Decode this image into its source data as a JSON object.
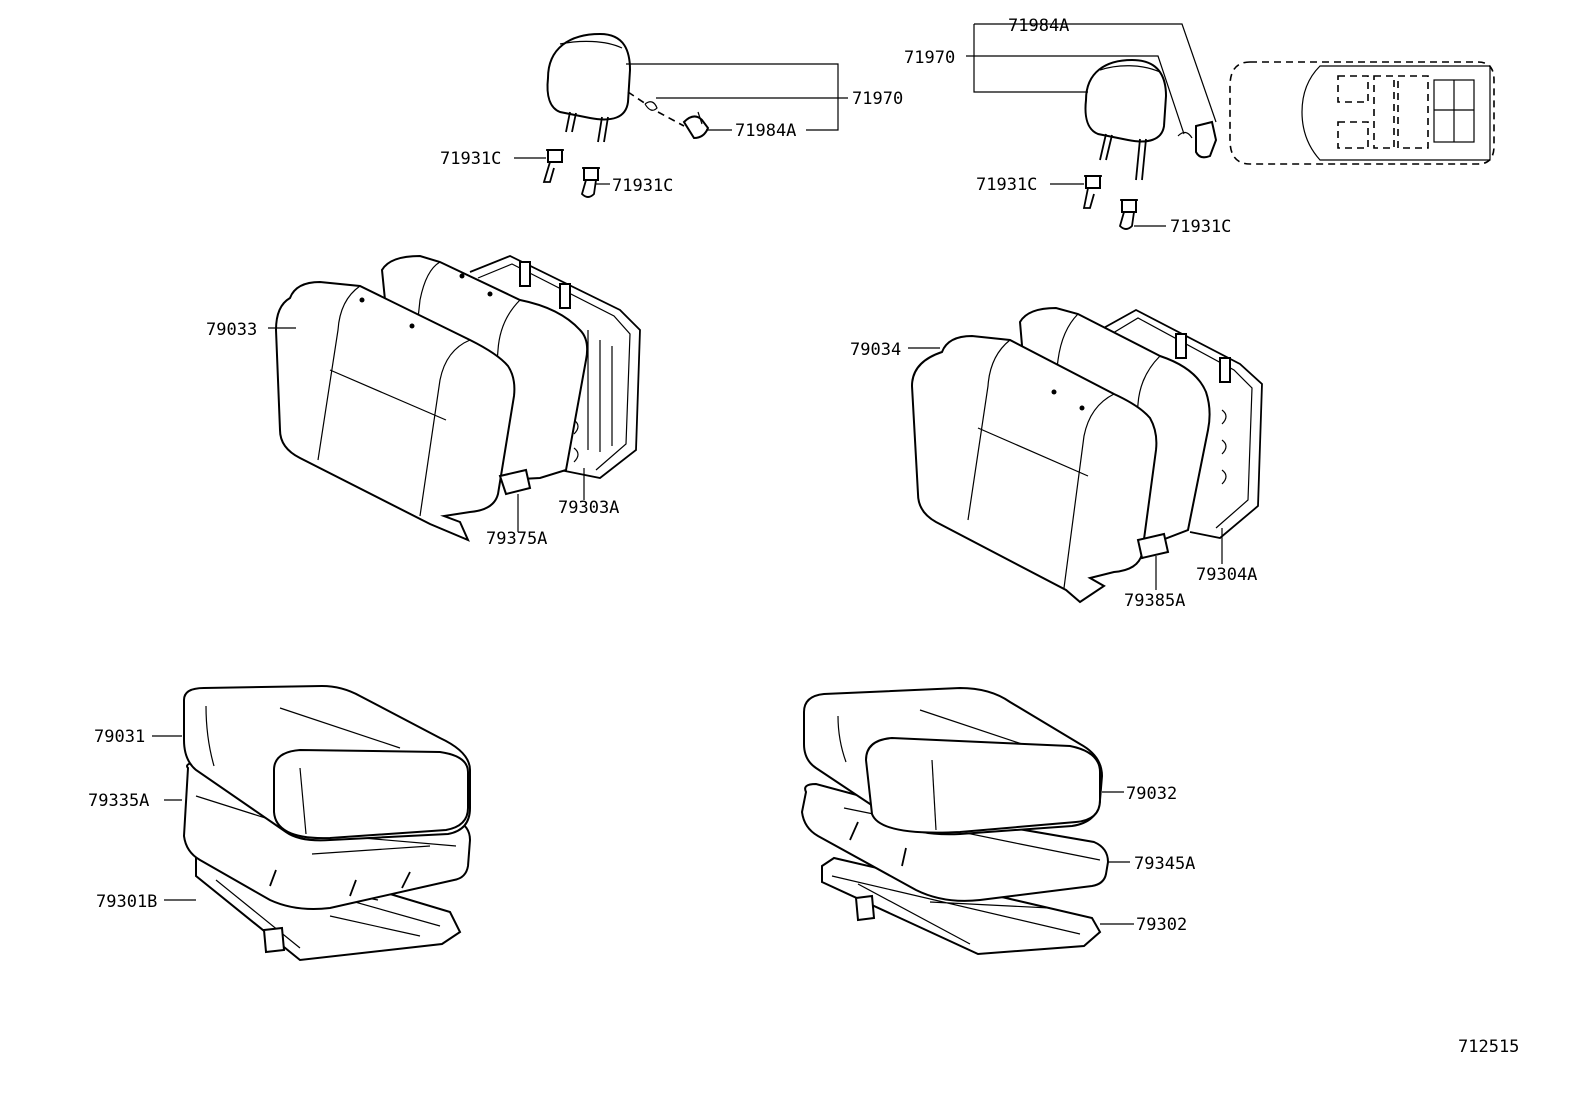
{
  "labels": {
    "hr_left_71970": "71970",
    "hr_left_71984A": "71984A",
    "hr_left_71931C_a": "71931C",
    "hr_left_71931C_b": "71931C",
    "hr_right_71984A": "71984A",
    "hr_right_71970": "71970",
    "hr_right_71931C_a": "71931C",
    "hr_right_71931C_b": "71931C",
    "back_left_79033": "79033",
    "back_left_79375A": "79375A",
    "back_left_79303A": "79303A",
    "back_right_79034": "79034",
    "back_right_79385A": "79385A",
    "back_right_79304A": "79304A",
    "cush_left_79031": "79031",
    "cush_left_79335A": "79335A",
    "cush_left_79301B": "79301B",
    "cush_right_79032": "79032",
    "cush_right_79345A": "79345A",
    "cush_right_79302": "79302"
  },
  "figure_number": "712515"
}
